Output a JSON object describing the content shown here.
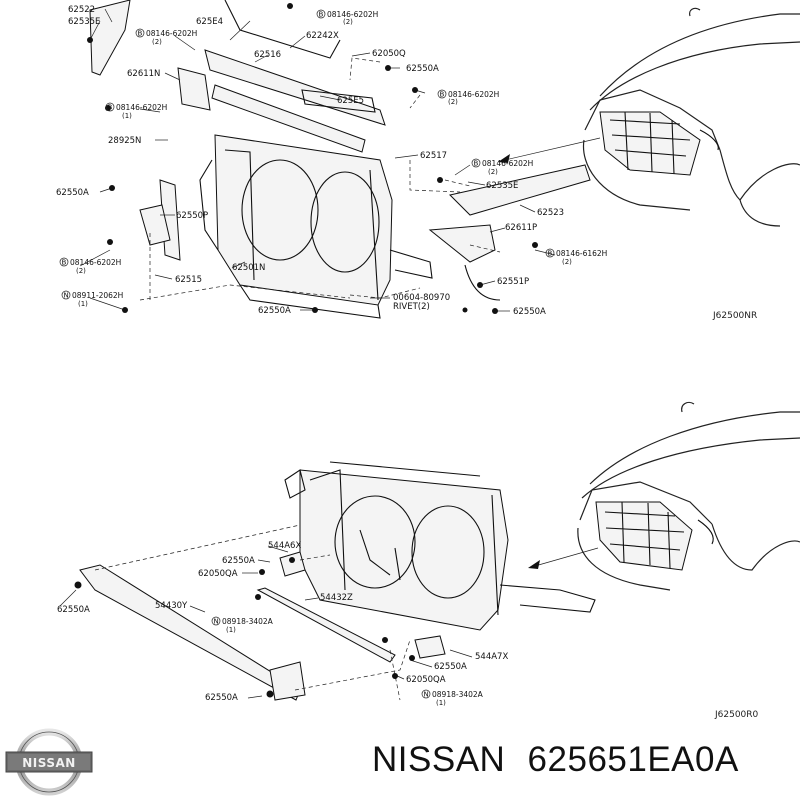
{
  "top_diagram": {
    "id": "J62500NR",
    "labels": [
      {
        "key": "l1",
        "text": "62522"
      },
      {
        "key": "l2",
        "text": "62535E"
      },
      {
        "key": "l3",
        "text": "625E4"
      },
      {
        "key": "l4",
        "text": "62242X"
      },
      {
        "key": "l5",
        "text": "62516"
      },
      {
        "key": "l6",
        "text": "62050Q"
      },
      {
        "key": "l7",
        "text": "62550A"
      },
      {
        "key": "l8",
        "text": "62611N"
      },
      {
        "key": "l9",
        "text": "625E5"
      },
      {
        "key": "l10",
        "text": "28925N"
      },
      {
        "key": "l11",
        "text": "62517"
      },
      {
        "key": "l12",
        "text": "62550A"
      },
      {
        "key": "l13",
        "text": "62535E"
      },
      {
        "key": "l14",
        "text": "62550P"
      },
      {
        "key": "l15",
        "text": "62523"
      },
      {
        "key": "l16",
        "text": "62611P"
      },
      {
        "key": "l17",
        "text": "62501N"
      },
      {
        "key": "l18",
        "text": "62515"
      },
      {
        "key": "l19",
        "text": "62551P"
      },
      {
        "key": "l20",
        "text": "00604-80970"
      },
      {
        "key": "l21",
        "text": "RIVET(2)"
      },
      {
        "key": "l22",
        "text": "62550A"
      },
      {
        "key": "l23",
        "text": "62550A"
      }
    ],
    "codes": [
      {
        "key": "c1",
        "text": "08146-6202H",
        "qty": "(2)"
      },
      {
        "key": "c2",
        "text": "08146-6202H",
        "qty": "(2)"
      },
      {
        "key": "c3",
        "text": "08146-6202H",
        "qty": "(2)"
      },
      {
        "key": "c4",
        "text": "08146-6202H",
        "qty": "(1)"
      },
      {
        "key": "c5",
        "text": "08146-6202H",
        "qty": "(2)"
      },
      {
        "key": "c6",
        "text": "08146-6202H",
        "qty": "(2)"
      },
      {
        "key": "c7",
        "text": "08146-6162H",
        "qty": "(2)"
      },
      {
        "key": "c8",
        "text": "08911-2062H",
        "qty": "(1)"
      }
    ]
  },
  "bottom_diagram": {
    "id": "J62500R0",
    "labels": [
      {
        "key": "b1",
        "text": "544A6X"
      },
      {
        "key": "b2",
        "text": "62550A"
      },
      {
        "key": "b3",
        "text": "62050QA"
      },
      {
        "key": "b4",
        "text": "54430Y"
      },
      {
        "key": "b5",
        "text": "54432Z"
      },
      {
        "key": "b6",
        "text": "62550A"
      },
      {
        "key": "b7",
        "text": "544A7X"
      },
      {
        "key": "b8",
        "text": "62550A"
      },
      {
        "key": "b9",
        "text": "62050QA"
      },
      {
        "key": "b10",
        "text": "62550A"
      }
    ],
    "codes": [
      {
        "key": "d1",
        "text": "08918-3402A",
        "qty": "(1)"
      },
      {
        "key": "d2",
        "text": "08918-3402A",
        "qty": "(1)"
      }
    ]
  },
  "logo": {
    "text": "NISSAN"
  },
  "caption": {
    "brand": "NISSAN",
    "part_number": "625651EA0A"
  }
}
